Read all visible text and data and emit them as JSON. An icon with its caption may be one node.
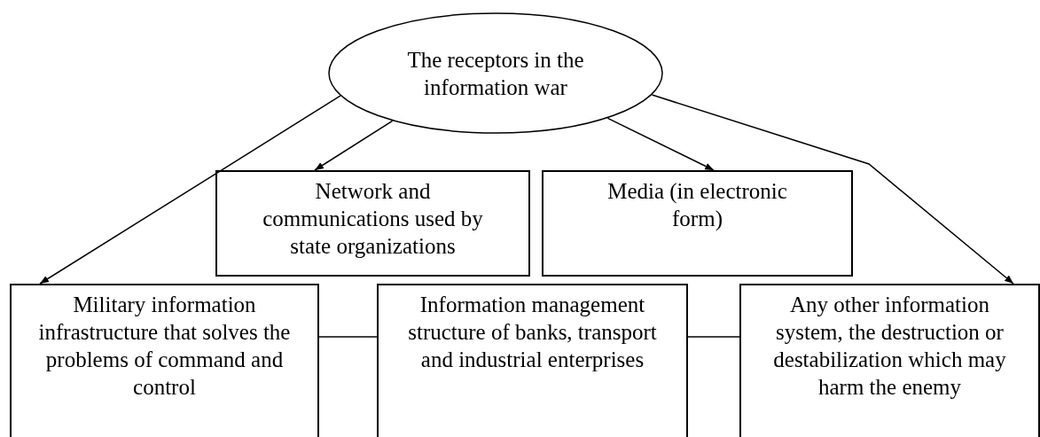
{
  "diagram": {
    "nodes": [
      {
        "text": [
          "The receptors in the information war"
        ]
      },
      {
        "text": [
          "Network and communications used by state organizations"
        ]
      },
      {
        "text": [
          "Media (in electronic form)"
        ]
      },
      {
        "text": [
          "Military information infrastructure that solves the problems of command and control"
        ]
      },
      {
        "text": [
          "Information management structure of banks, transport and industrial enterprises"
        ]
      },
      {
        "text": [
          "Any other information system, the destruction or destabilization which may harm the enemy"
        ]
      }
    ],
    "edges": [
      {
        "from": 0,
        "to": 3,
        "arrow": "to"
      },
      {
        "from": 0,
        "to": 1,
        "arrow": "to"
      },
      {
        "from": 0,
        "to": 2,
        "arrow": "to"
      },
      {
        "from": 0,
        "to": 5,
        "arrow": "to"
      },
      {
        "from": 3,
        "to": 4,
        "arrow": "none"
      },
      {
        "from": 4,
        "to": 5,
        "arrow": "none"
      }
    ]
  }
}
